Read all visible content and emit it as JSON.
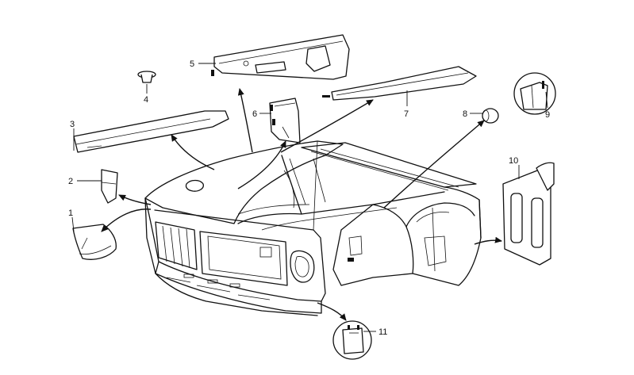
{
  "diagram": {
    "callouts": [
      {
        "number": "1",
        "part": "front-apron-lower-corner"
      },
      {
        "number": "2",
        "part": "bracket"
      },
      {
        "number": "3",
        "part": "left-side-member-panel"
      },
      {
        "number": "4",
        "part": "grommet-plug"
      },
      {
        "number": "5",
        "part": "cowl-upper-panel"
      },
      {
        "number": "6",
        "part": "hinge-bracket"
      },
      {
        "number": "7",
        "part": "right-side-member-panel"
      },
      {
        "number": "8",
        "part": "rubber-plug"
      },
      {
        "number": "9",
        "part": "corner-section"
      },
      {
        "number": "10",
        "part": "firewall-side-panel"
      },
      {
        "number": "11",
        "part": "front-clip"
      }
    ],
    "colors": {
      "line": "#111111",
      "background": "#ffffff"
    }
  }
}
